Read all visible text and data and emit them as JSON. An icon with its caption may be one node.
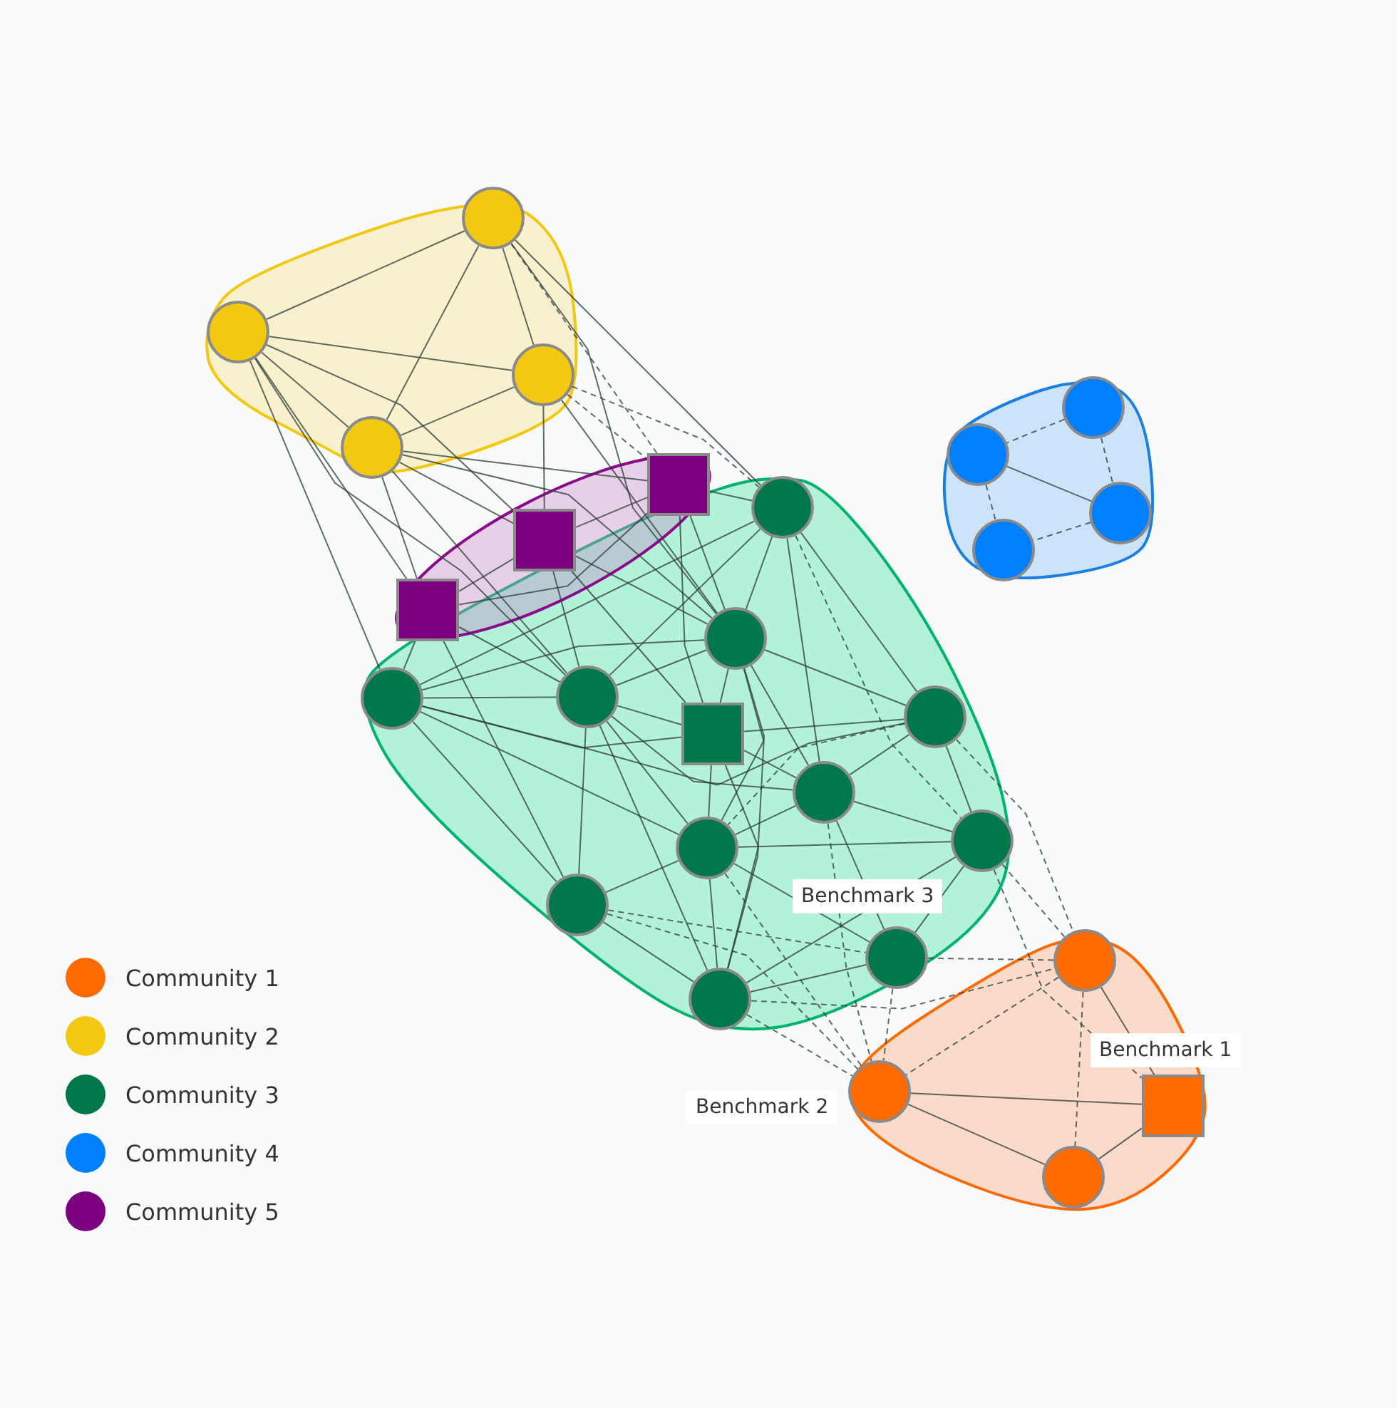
{
  "diagram": {
    "nodes": [
      {
        "text": [],
        "shape": "blob"
      },
      {
        "text": [],
        "shape": "circle",
        "in": 0
      },
      {
        "text": [],
        "shape": "circle",
        "in": 0
      },
      {
        "text": [],
        "shape": "circle",
        "in": 0
      },
      {
        "text": [],
        "shape": "circle",
        "in": 0
      },
      {
        "text": [],
        "shape": "blob"
      },
      {
        "text": [],
        "shape": "circle",
        "in": 5
      },
      {
        "text": [],
        "shape": "circle",
        "in": 5
      },
      {
        "text": [],
        "shape": "circle",
        "in": 5
      },
      {
        "text": [],
        "shape": "circle",
        "in": 5
      },
      {
        "text": [],
        "shape": "blob"
      },
      {
        "text": [],
        "shape": "blob"
      },
      {
        "text": [],
        "shape": "box",
        "in": 11
      },
      {
        "text": [],
        "shape": "box",
        "in": 11
      },
      {
        "text": [],
        "shape": "box",
        "in": 11
      },
      {
        "text": [],
        "shape": "circle",
        "in": 10
      },
      {
        "text": [],
        "shape": "circle",
        "in": 10
      },
      {
        "text": [],
        "shape": "circle",
        "in": 10
      },
      {
        "text": [],
        "shape": "circle",
        "in": 10
      },
      {
        "text": [],
        "shape": "box",
        "in": 10
      },
      {
        "text": [],
        "shape": "circle",
        "in": 10
      },
      {
        "text": [],
        "shape": "circle",
        "in": 10
      },
      {
        "text": [],
        "shape": "circle",
        "in": 10
      },
      {
        "text": [],
        "shape": "circle",
        "in": 10
      },
      {
        "text": [],
        "shape": "circle",
        "in": 10
      },
      {
        "text": [],
        "shape": "circle",
        "in": 10,
        "beside": [
          "Benchmark 3"
        ]
      },
      {
        "text": [],
        "shape": "circle",
        "in": 10
      },
      {
        "text": [],
        "shape": "blob"
      },
      {
        "text": [],
        "shape": "circle",
        "in": 27
      },
      {
        "text": [],
        "shape": "circle",
        "in": 27,
        "beside": [
          "Benchmark 2"
        ]
      },
      {
        "text": [],
        "shape": "box",
        "in": 27,
        "beside": [
          "Benchmark 1"
        ]
      },
      {
        "text": [],
        "shape": "circle",
        "in": 27
      }
    ],
    "edges": [
      {
        "from": 1,
        "to": 2,
        "arrow": "none"
      },
      {
        "from": 1,
        "to": 3,
        "arrow": "none"
      },
      {
        "from": 1,
        "to": 4,
        "arrow": "none"
      },
      {
        "from": 2,
        "to": 3,
        "arrow": "none"
      },
      {
        "from": 2,
        "to": 4,
        "arrow": "none"
      },
      {
        "from": 3,
        "to": 4,
        "arrow": "none"
      },
      {
        "from": 1,
        "to": 12,
        "arrow": "none",
        "style": "dashed"
      },
      {
        "from": 1,
        "to": 15,
        "arrow": "none"
      },
      {
        "from": 1,
        "to": 16,
        "arrow": "none"
      },
      {
        "from": 2,
        "to": 13,
        "arrow": "none"
      },
      {
        "from": 2,
        "to": 14,
        "arrow": "none"
      },
      {
        "from": 2,
        "to": 17,
        "arrow": "none"
      },
      {
        "from": 2,
        "to": 18,
        "arrow": "none"
      },
      {
        "from": 3,
        "to": 12,
        "arrow": "none",
        "style": "dashed"
      },
      {
        "from": 3,
        "to": 13,
        "arrow": "none"
      },
      {
        "from": 3,
        "to": 15,
        "arrow": "none",
        "style": "dashed"
      },
      {
        "from": 3,
        "to": 16,
        "arrow": "none"
      },
      {
        "from": 4,
        "to": 12,
        "arrow": "none"
      },
      {
        "from": 4,
        "to": 13,
        "arrow": "none"
      },
      {
        "from": 4,
        "to": 14,
        "arrow": "none"
      },
      {
        "from": 4,
        "to": 16,
        "arrow": "none"
      },
      {
        "from": 4,
        "to": 18,
        "arrow": "none"
      },
      {
        "from": 12,
        "to": 13,
        "arrow": "none"
      },
      {
        "from": 13,
        "to": 14,
        "arrow": "none"
      },
      {
        "from": 12,
        "to": 14,
        "arrow": "none"
      },
      {
        "from": 12,
        "to": 15,
        "arrow": "none"
      },
      {
        "from": 12,
        "to": 16,
        "arrow": "none"
      },
      {
        "from": 12,
        "to": 19,
        "arrow": "none"
      },
      {
        "from": 13,
        "to": 16,
        "arrow": "none"
      },
      {
        "from": 13,
        "to": 18,
        "arrow": "none"
      },
      {
        "from": 13,
        "to": 19,
        "arrow": "none"
      },
      {
        "from": 14,
        "to": 17,
        "arrow": "none"
      },
      {
        "from": 14,
        "to": 18,
        "arrow": "none"
      },
      {
        "from": 14,
        "to": 24,
        "arrow": "none"
      },
      {
        "from": 15,
        "to": 16,
        "arrow": "none"
      },
      {
        "from": 15,
        "to": 17,
        "arrow": "none"
      },
      {
        "from": 15,
        "to": 18,
        "arrow": "none"
      },
      {
        "from": 15,
        "to": 20,
        "arrow": "none"
      },
      {
        "from": 15,
        "to": 21,
        "arrow": "none"
      },
      {
        "from": 15,
        "to": 22,
        "arrow": "none",
        "style": "dashed"
      },
      {
        "from": 16,
        "to": 17,
        "arrow": "none"
      },
      {
        "from": 16,
        "to": 18,
        "arrow": "none"
      },
      {
        "from": 16,
        "to": 19,
        "arrow": "none"
      },
      {
        "from": 16,
        "to": 20,
        "arrow": "none"
      },
      {
        "from": 16,
        "to": 21,
        "arrow": "none"
      },
      {
        "from": 16,
        "to": 23,
        "arrow": "none"
      },
      {
        "from": 16,
        "to": 26,
        "arrow": "none"
      },
      {
        "from": 17,
        "to": 18,
        "arrow": "none"
      },
      {
        "from": 17,
        "to": 19,
        "arrow": "none"
      },
      {
        "from": 17,
        "to": 20,
        "arrow": "none"
      },
      {
        "from": 17,
        "to": 23,
        "arrow": "none"
      },
      {
        "from": 17,
        "to": 24,
        "arrow": "none"
      },
      {
        "from": 18,
        "to": 19,
        "arrow": "none"
      },
      {
        "from": 18,
        "to": 21,
        "arrow": "none"
      },
      {
        "from": 18,
        "to": 23,
        "arrow": "none"
      },
      {
        "from": 18,
        "to": 24,
        "arrow": "none"
      },
      {
        "from": 18,
        "to": 26,
        "arrow": "none"
      },
      {
        "from": 19,
        "to": 20,
        "arrow": "none"
      },
      {
        "from": 19,
        "to": 21,
        "arrow": "none"
      },
      {
        "from": 19,
        "to": 23,
        "arrow": "none"
      },
      {
        "from": 19,
        "to": 26,
        "arrow": "none"
      },
      {
        "from": 20,
        "to": 21,
        "arrow": "none"
      },
      {
        "from": 20,
        "to": 22,
        "arrow": "none"
      },
      {
        "from": 20,
        "to": 23,
        "arrow": "none",
        "style": "dashed"
      },
      {
        "from": 21,
        "to": 22,
        "arrow": "none"
      },
      {
        "from": 21,
        "to": 23,
        "arrow": "none"
      },
      {
        "from": 21,
        "to": 25,
        "arrow": "none"
      },
      {
        "from": 22,
        "to": 23,
        "arrow": "none"
      },
      {
        "from": 22,
        "to": 25,
        "arrow": "none"
      },
      {
        "from": 22,
        "to": 26,
        "arrow": "none"
      },
      {
        "from": 23,
        "to": 24,
        "arrow": "none"
      },
      {
        "from": 23,
        "to": 25,
        "arrow": "none"
      },
      {
        "from": 23,
        "to": 26,
        "arrow": "none"
      },
      {
        "from": 24,
        "to": 25,
        "arrow": "none",
        "style": "dashed"
      },
      {
        "from": 24,
        "to": 26,
        "arrow": "none"
      },
      {
        "from": 25,
        "to": 26,
        "arrow": "none"
      },
      {
        "from": 20,
        "to": 28,
        "arrow": "none",
        "style": "dashed"
      },
      {
        "from": 22,
        "to": 28,
        "arrow": "none",
        "style": "dashed"
      },
      {
        "from": 22,
        "to": 30,
        "arrow": "none",
        "style": "dashed"
      },
      {
        "from": 25,
        "to": 28,
        "arrow": "none",
        "style": "dashed"
      },
      {
        "from": 25,
        "to": 29,
        "arrow": "none",
        "style": "dashed"
      },
      {
        "from": 26,
        "to": 28,
        "arrow": "none",
        "style": "dashed"
      },
      {
        "from": 26,
        "to": 29,
        "arrow": "none",
        "style": "dashed"
      },
      {
        "from": 24,
        "to": 29,
        "arrow": "none",
        "style": "dashed"
      },
      {
        "from": 21,
        "to": 29,
        "arrow": "none",
        "style": "dashed"
      },
      {
        "from": 23,
        "to": 29,
        "arrow": "none",
        "style": "dashed"
      },
      {
        "from": 28,
        "to": 29,
        "arrow": "none",
        "style": "dashed"
      },
      {
        "from": 28,
        "to": 30,
        "arrow": "none"
      },
      {
        "from": 28,
        "to": 31,
        "arrow": "none",
        "style": "dashed"
      },
      {
        "from": 29,
        "to": 30,
        "arrow": "none"
      },
      {
        "from": 29,
        "to": 31,
        "arrow": "none"
      },
      {
        "from": 30,
        "to": 31,
        "arrow": "none"
      },
      {
        "from": 6,
        "to": 7,
        "arrow": "none",
        "style": "dashed"
      },
      {
        "from": 6,
        "to": 8,
        "arrow": "none",
        "style": "dashed"
      },
      {
        "from": 7,
        "to": 8,
        "arrow": "none"
      },
      {
        "from": 7,
        "to": 9,
        "arrow": "none",
        "style": "dashed"
      },
      {
        "from": 8,
        "to": 9,
        "arrow": "none",
        "style": "dashed"
      }
    ],
    "legend": [
      {
        "text": "Community 1",
        "color": "#ff6a00"
      },
      {
        "text": "Community 2",
        "color": "#f2c811"
      },
      {
        "text": "Community 3",
        "color": "#00784a"
      },
      {
        "text": "Community 4",
        "color": "#0080ff"
      },
      {
        "text": "Community 5",
        "color": "#7a0080"
      }
    ]
  }
}
